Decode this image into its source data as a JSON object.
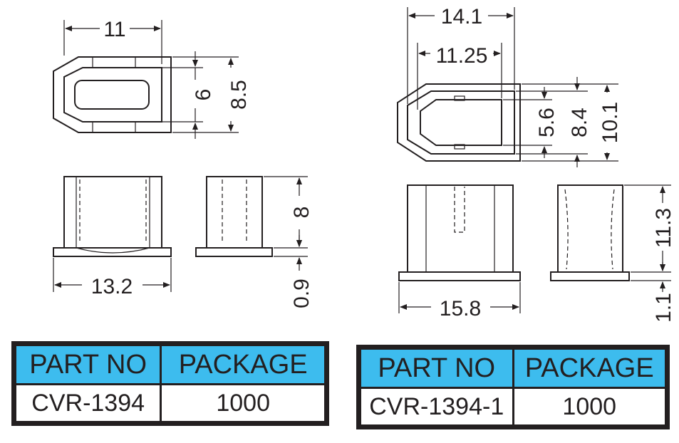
{
  "dimensions": {
    "left_top_width": "11",
    "left_top_inner_height": "6",
    "left_top_outer_height": "8.5",
    "left_front_width": "13.2",
    "left_side_height": "8",
    "left_base_thickness": "0.9",
    "right_top_outer_width": "14.1",
    "right_top_inner_width": "11.25",
    "right_top_inner_height": "5.6",
    "right_top_mid_height": "8.4",
    "right_top_outer_height": "10.1",
    "right_front_width": "15.8",
    "right_side_height": "11.3",
    "right_base_thickness": "1.1"
  },
  "tables": {
    "left": {
      "header_part": "PART NO",
      "header_package": "PACKAGE",
      "part_no": "CVR-1394",
      "package": "1000"
    },
    "right": {
      "header_part": "PART NO",
      "header_package": "PACKAGE",
      "part_no": "CVR-1394-1",
      "package": "1000"
    }
  },
  "colors": {
    "header_fill": "#3dbcee",
    "line": "#231f20"
  }
}
